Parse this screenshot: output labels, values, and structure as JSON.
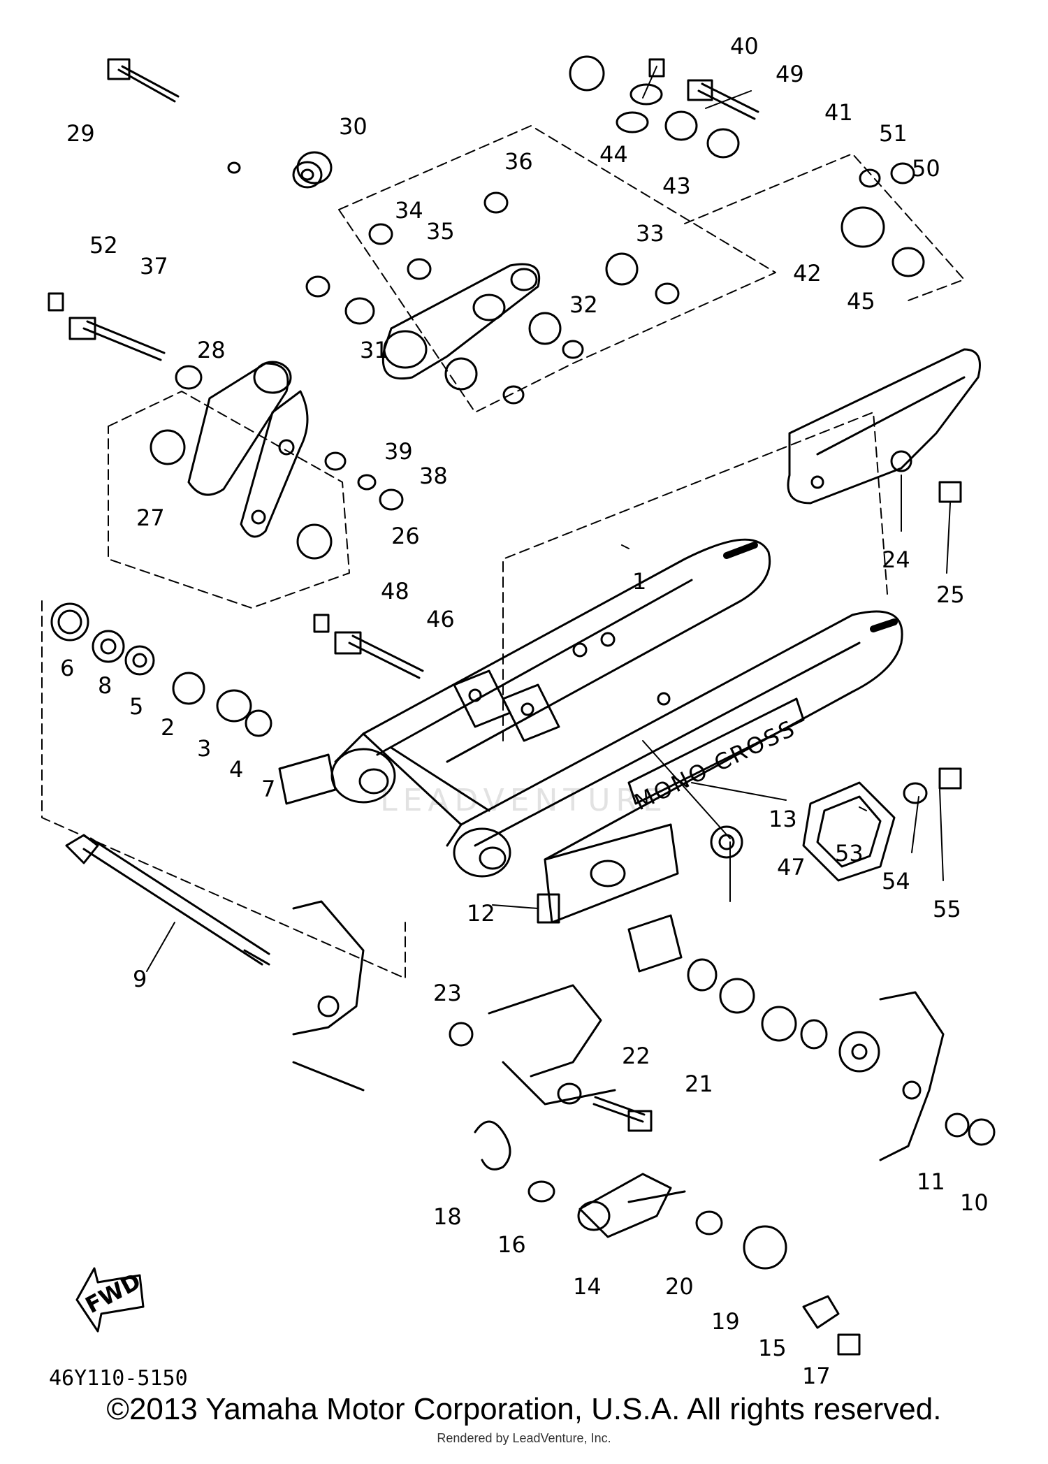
{
  "diagram": {
    "part_labels": [
      "1",
      "2",
      "3",
      "4",
      "5",
      "6",
      "7",
      "8",
      "9",
      "10",
      "11",
      "12",
      "13",
      "14",
      "15",
      "16",
      "17",
      "18",
      "19",
      "20",
      "21",
      "22",
      "23",
      "24",
      "25",
      "26",
      "27",
      "28",
      "29",
      "30",
      "31",
      "32",
      "33",
      "34",
      "35",
      "36",
      "37",
      "38",
      "39",
      "40",
      "41",
      "42",
      "43",
      "44",
      "45",
      "46",
      "47",
      "48",
      "49",
      "50",
      "51",
      "52",
      "53",
      "54",
      "55"
    ],
    "diagram_code": "46Y110-5150",
    "fwd_label": "FWD",
    "swingarm_text": "MONO CROSS",
    "watermark": "LEADVENTURE"
  },
  "footer": {
    "copyright": "©2013 Yamaha Motor Corporation, U.S.A. All rights reserved.",
    "rendered_by": "Rendered by LeadVenture, Inc."
  }
}
